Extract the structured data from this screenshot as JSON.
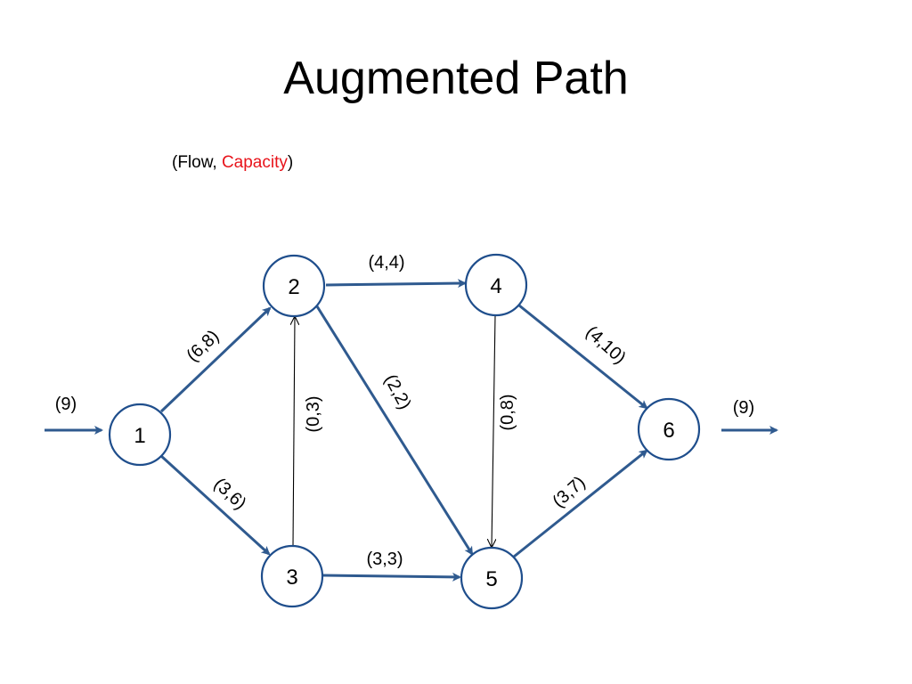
{
  "slide": {
    "title": "Augmented Path",
    "legend": {
      "open": "(Flow, ",
      "capacity": "Capacity",
      "close": ")"
    }
  },
  "colors": {
    "node_stroke": "#1f4e8c",
    "edge": "#2f5a8f",
    "capacity_text": "#e8141b"
  },
  "diagram": {
    "nodes": [
      {
        "id": "1",
        "label": "1"
      },
      {
        "id": "2",
        "label": "2"
      },
      {
        "id": "3",
        "label": "3"
      },
      {
        "id": "4",
        "label": "4"
      },
      {
        "id": "5",
        "label": "5"
      },
      {
        "id": "6",
        "label": "6"
      }
    ],
    "edges": [
      {
        "from": "1",
        "to": "2",
        "label": "(6,8)"
      },
      {
        "from": "1",
        "to": "3",
        "label": "(3,6)"
      },
      {
        "from": "3",
        "to": "2",
        "label": "(0,3)"
      },
      {
        "from": "2",
        "to": "4",
        "label": "(4,4)"
      },
      {
        "from": "2",
        "to": "5",
        "label": "(2,2)"
      },
      {
        "from": "3",
        "to": "5",
        "label": "(3,3)"
      },
      {
        "from": "4",
        "to": "5",
        "label": "(0,8)"
      },
      {
        "from": "4",
        "to": "6",
        "label": "(4,10)"
      },
      {
        "from": "5",
        "to": "6",
        "label": "(3,7)"
      }
    ],
    "source_flow": "(9)",
    "sink_flow": "(9)"
  }
}
